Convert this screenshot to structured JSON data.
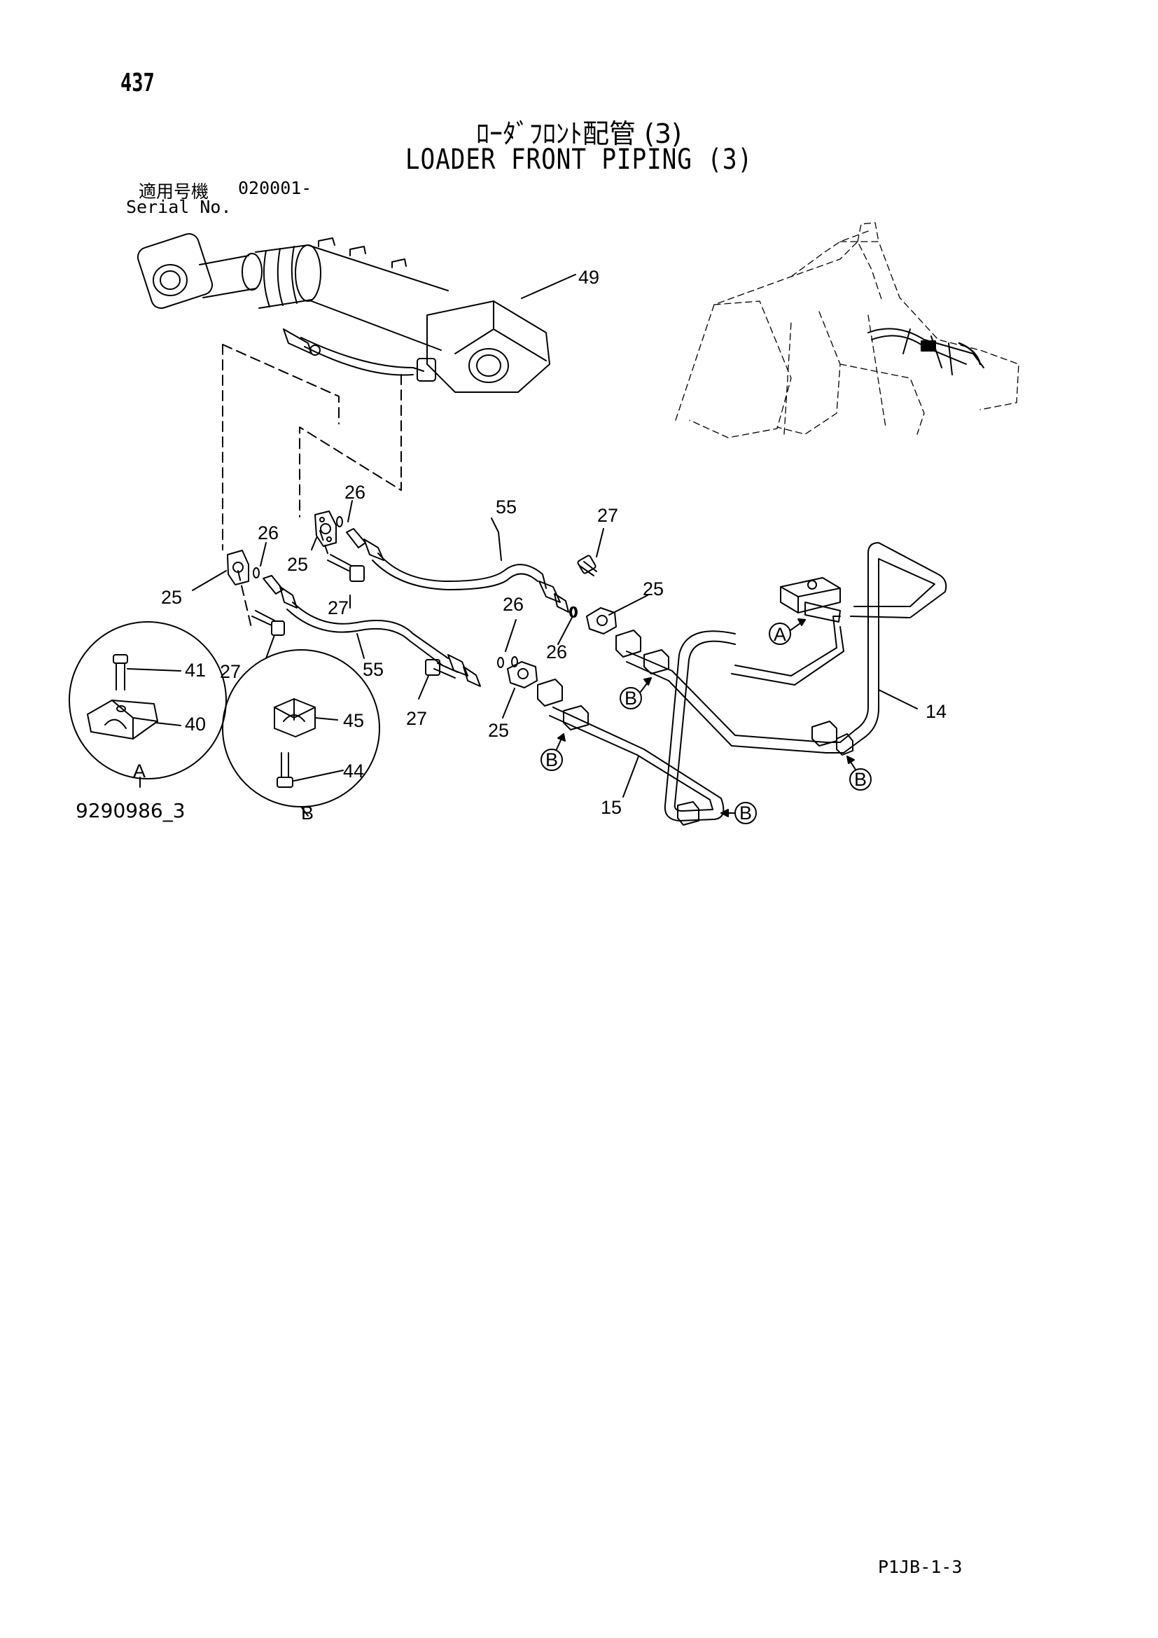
{
  "header": {
    "page_number": "437",
    "title_jp": "ﾛｰﾀﾞﾌﾛﾝﾄ配管 (3)",
    "title_en": "LOADER FRONT PIPING (3)",
    "serial_label_jp": "適用号機",
    "serial_value": "020001-",
    "serial_label_en": "Serial No."
  },
  "drawing": {
    "callouts": {
      "c49": "49",
      "c26a": "26",
      "c26b": "26",
      "c26c": "26",
      "c26d": "26",
      "c25a": "25",
      "c25b": "25",
      "c25c": "25",
      "c25d": "25",
      "c55a": "55",
      "c55b": "55",
      "c27a": "27",
      "c27b": "27",
      "c27c": "27",
      "c27d": "27",
      "c41": "41",
      "c40": "40",
      "c45": "45",
      "c44": "44",
      "c14": "14",
      "c15": "15"
    },
    "detail_a_label": "A",
    "detail_b_label": "B",
    "ref_a": "A",
    "ref_b": "B",
    "drawing_number": "9290986_3"
  },
  "footer": {
    "page_code": "P1JB-1-3"
  }
}
